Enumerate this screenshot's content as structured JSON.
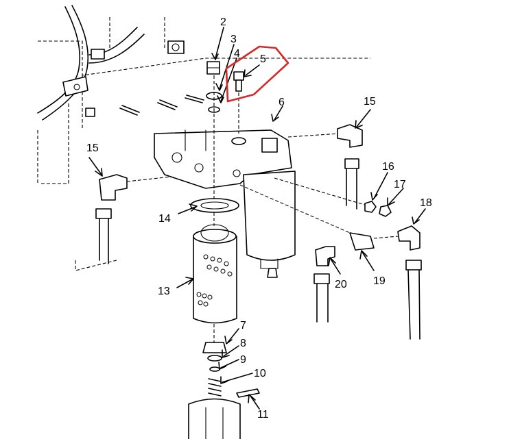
{
  "callouts": {
    "c2": "2",
    "c3": "3",
    "c4": "4",
    "c5": "5",
    "c6": "6",
    "c7": "7",
    "c8": "8",
    "c9": "9",
    "c10": "10",
    "c11": "11",
    "c13": "13",
    "c14": "14",
    "c15a": "15",
    "c15b": "15",
    "c16": "16",
    "c17": "17",
    "c18": "18",
    "c19": "19",
    "c20": "20"
  },
  "highlight": {
    "color": "#d62828",
    "item": "5"
  }
}
